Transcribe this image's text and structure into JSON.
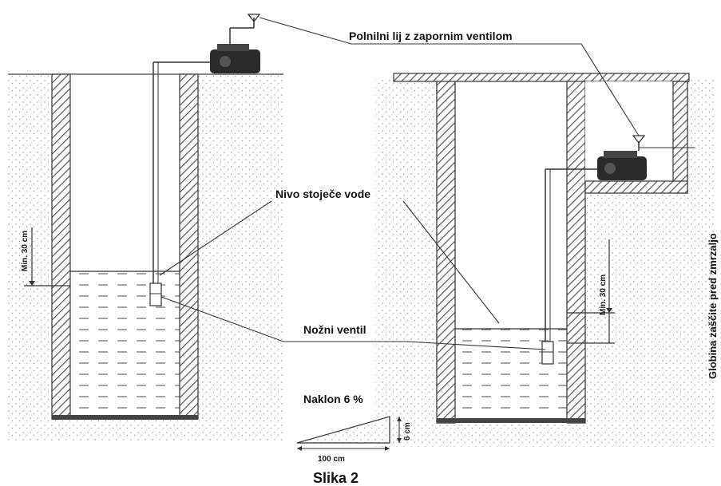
{
  "labels": {
    "filling_funnel": "Polnilni lij z zapornim ventilom",
    "water_level": "Nivo stoječe vode",
    "foot_valve": "Nožni ventil",
    "slope": "Naklon 6 %",
    "slope_rise": "6 cm",
    "slope_run": "100 cm",
    "min_left": "Min. 30 cm",
    "min_right": "Min. 30 cm",
    "frost_depth": "Globina zaščite pred zmrzaljo",
    "caption": "Slika 2"
  },
  "colors": {
    "line": "#333333",
    "hatch": "#555555",
    "water_dash": "#666666",
    "soil_dot": "#9a9a9a",
    "pump": "#2a2a2a"
  }
}
